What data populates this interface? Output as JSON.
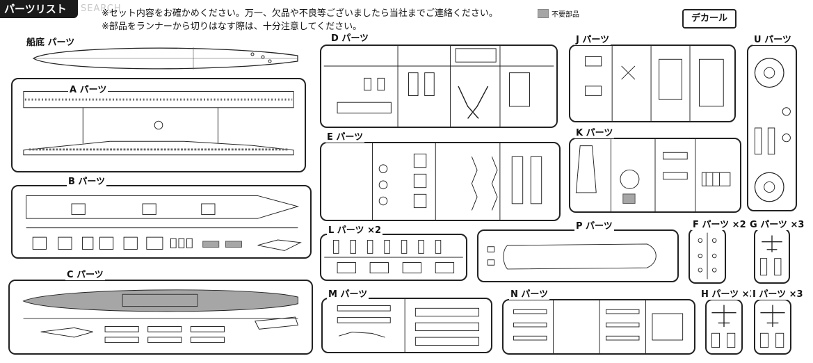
{
  "header": {
    "title": "パーツリスト",
    "watermark": "SEARCH",
    "note1": "※セット内容をお確かめください。万一、欠品や不良等ございましたら当社までご連絡ください。",
    "note2": "※部品をランナーから切りはなす際は、十分注意してください。",
    "legend_label": "不要部品",
    "decal_label": "デカール",
    "legend_color": "#a6a6a6"
  },
  "runners": {
    "bottom_hull": "船底 パーツ",
    "a": "A パーツ",
    "b": "B パーツ",
    "c": "C パーツ",
    "d": "D パーツ",
    "e": "E パーツ",
    "j": "J パーツ",
    "k": "K パーツ",
    "u": "U パーツ",
    "l": "L パーツ ×2",
    "p": "P パーツ",
    "f": "F パーツ ×2",
    "g": "G パーツ ×3",
    "m": "M パーツ",
    "n": "N パーツ",
    "h": "H パーツ ×3",
    "i": "I パーツ ×3"
  }
}
